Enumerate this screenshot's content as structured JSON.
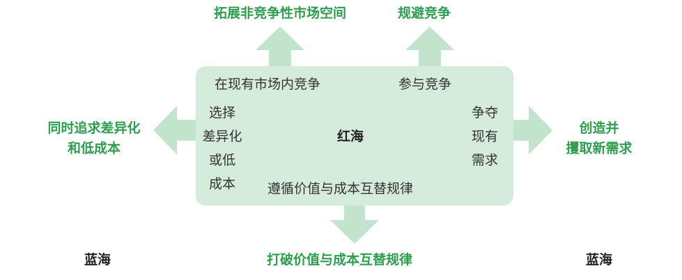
{
  "colors": {
    "accent": "#2e9e4e",
    "panel": "#d5ebdb",
    "arrow": "#c2e4cc"
  },
  "red_ocean": {
    "label": "红海",
    "top_left": "在现有市场内竞争",
    "top_right": "参与竞争",
    "left_lines": [
      "选择",
      "差异化",
      "或低",
      "成本"
    ],
    "right_lines": [
      "争夺",
      "现有",
      "需求"
    ],
    "bottom": "遵循价值与成本互替规律"
  },
  "blue_ocean": {
    "top_left": "拓展非竞争性市场空间",
    "top_right": "规避竞争",
    "left_lines": [
      "同时追求差异化",
      "和低成本"
    ],
    "right_lines": [
      "创造并",
      "攫取新需求"
    ],
    "bottom": "打破价值与成本互替规律",
    "label_left": "蓝海",
    "label_right": "蓝海"
  }
}
